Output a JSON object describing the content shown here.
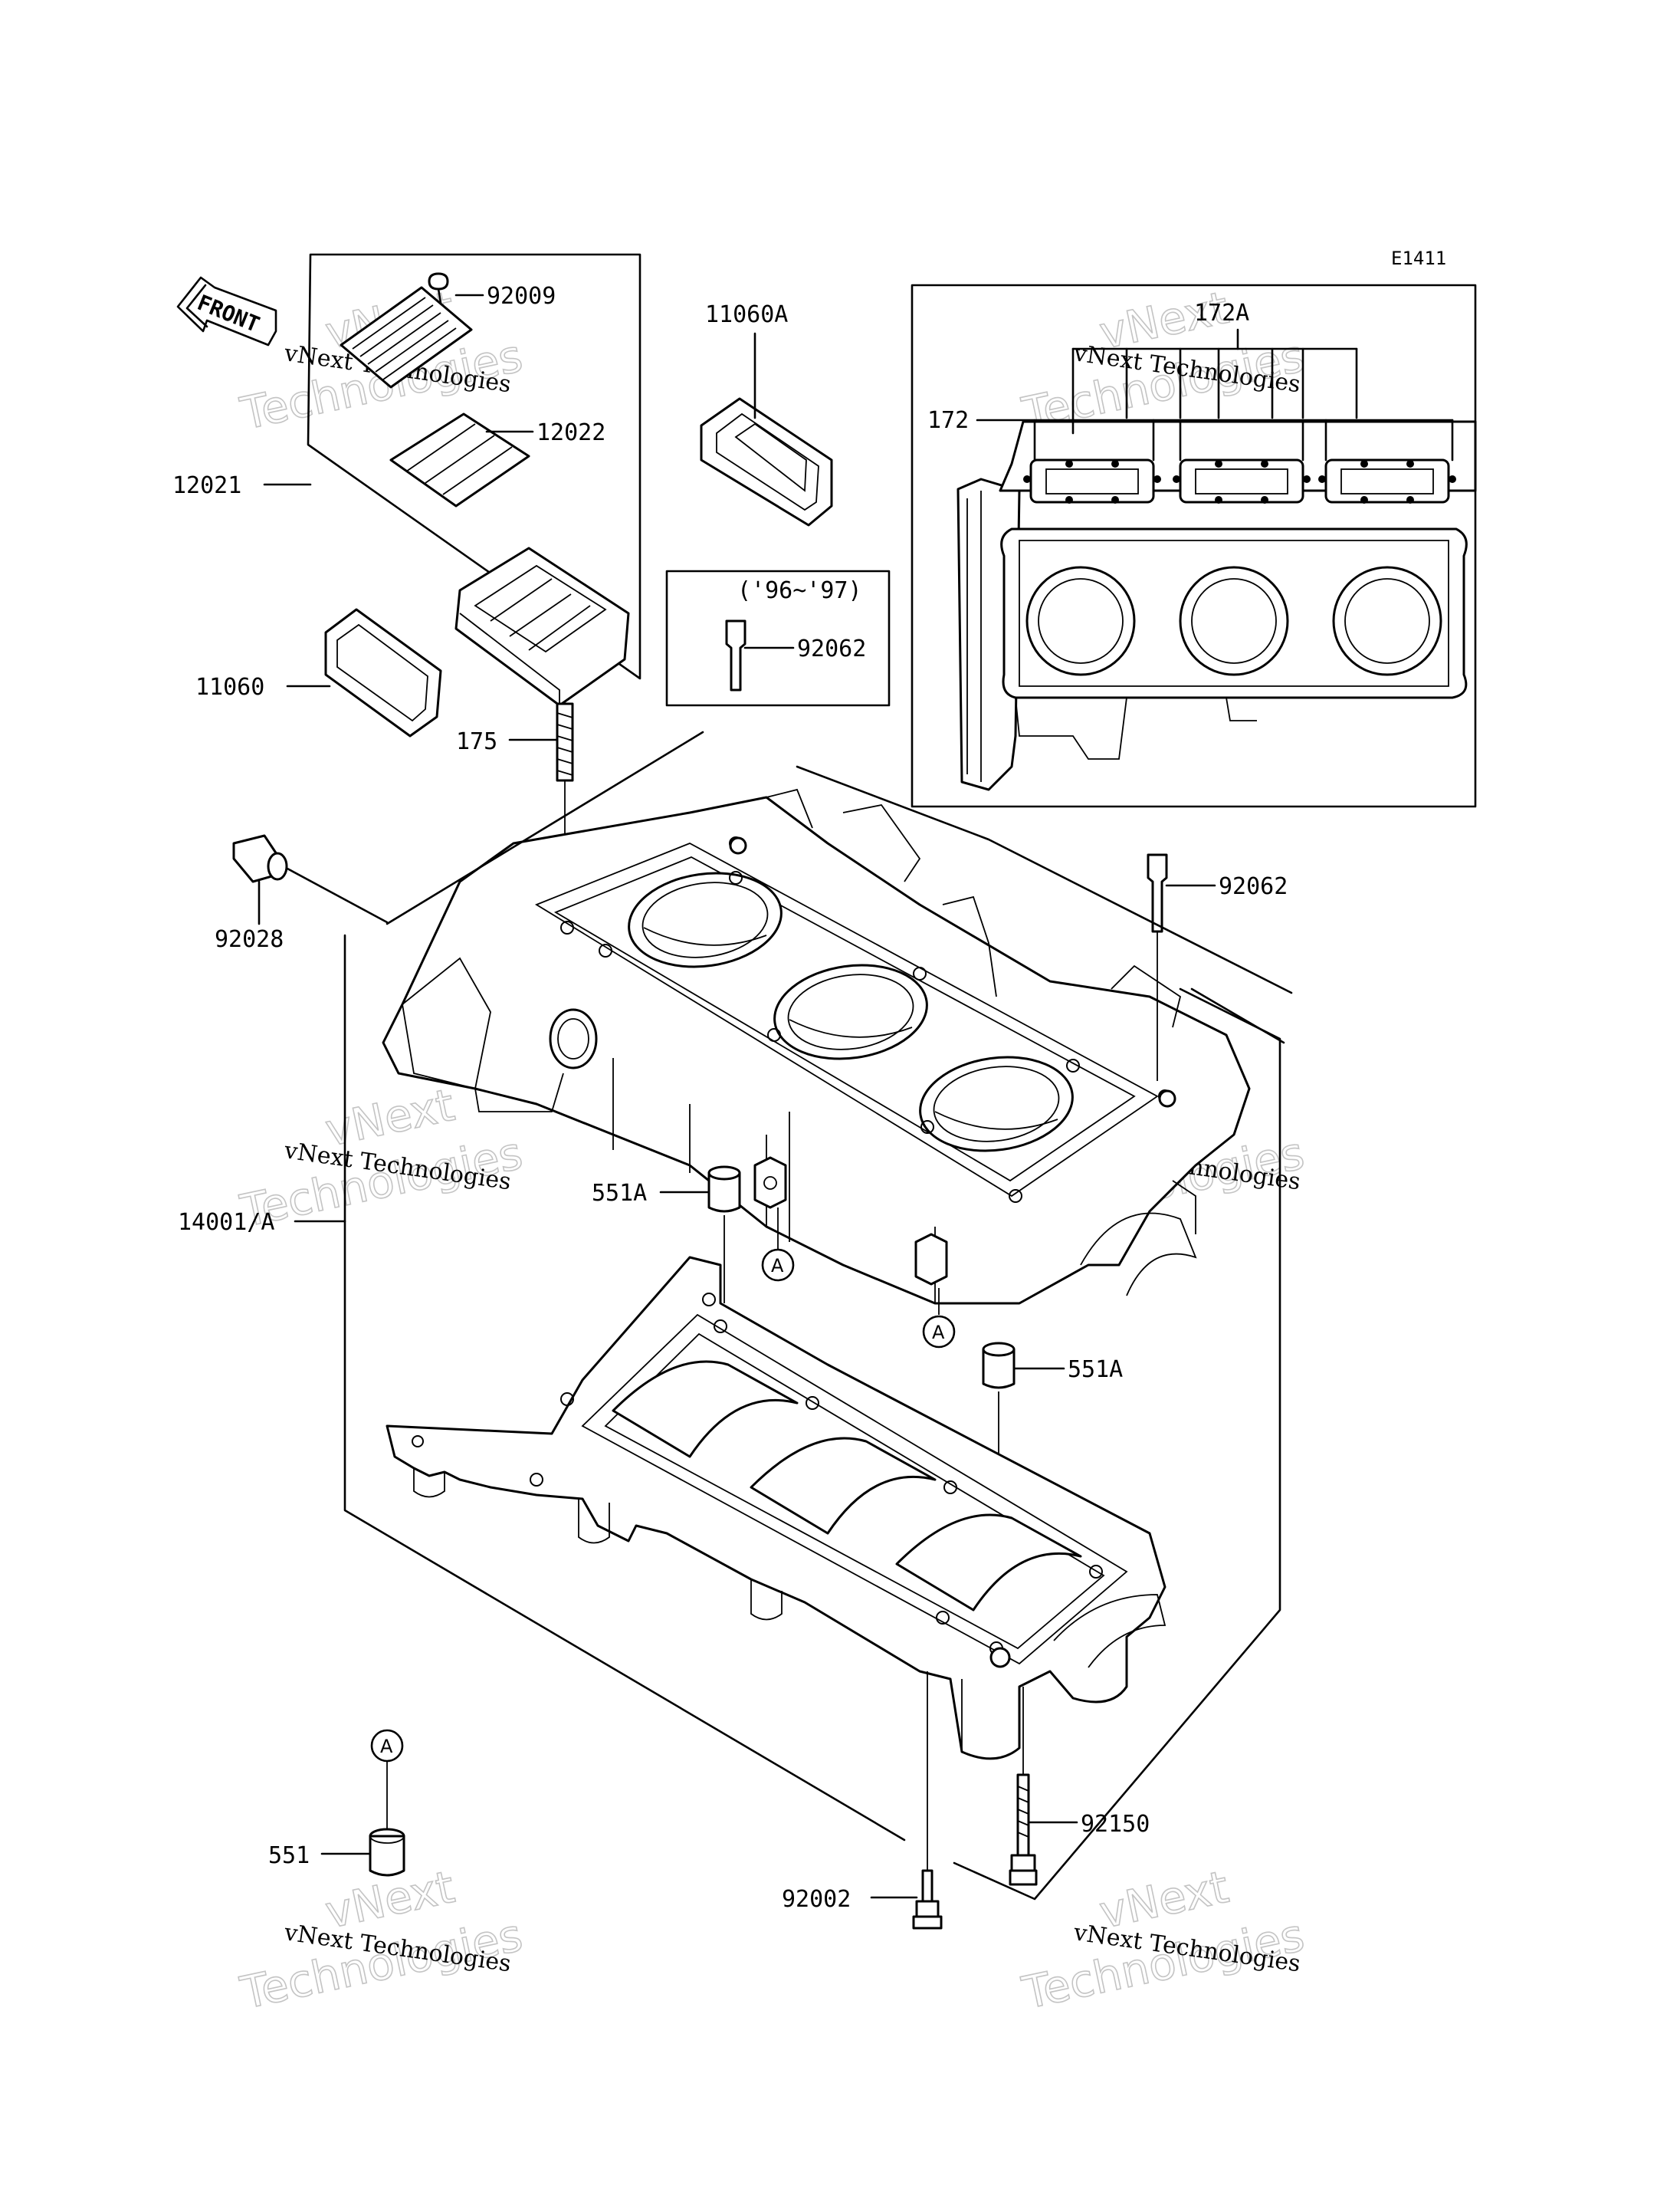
{
  "diagram_code": "E1411",
  "front_label": "FRONT",
  "year_note": "('96~'97)",
  "ref_mark": "A",
  "watermark": {
    "line1": "vNext Technologies",
    "line2": "vNext",
    "line3": "Technologies"
  },
  "parts": {
    "p92009": "92009",
    "p12022": "12022",
    "p12021": "12021",
    "p11060A": "11060A",
    "p11060": "11060",
    "p92062_a": "92062",
    "p92062_b": "92062",
    "p175": "175",
    "p92028": "92028",
    "p172A": "172A",
    "p172": "172",
    "p551A_a": "551A",
    "p551A_b": "551A",
    "p14001A": "14001/A",
    "p551": "551",
    "p92150": "92150",
    "p92002": "92002"
  }
}
